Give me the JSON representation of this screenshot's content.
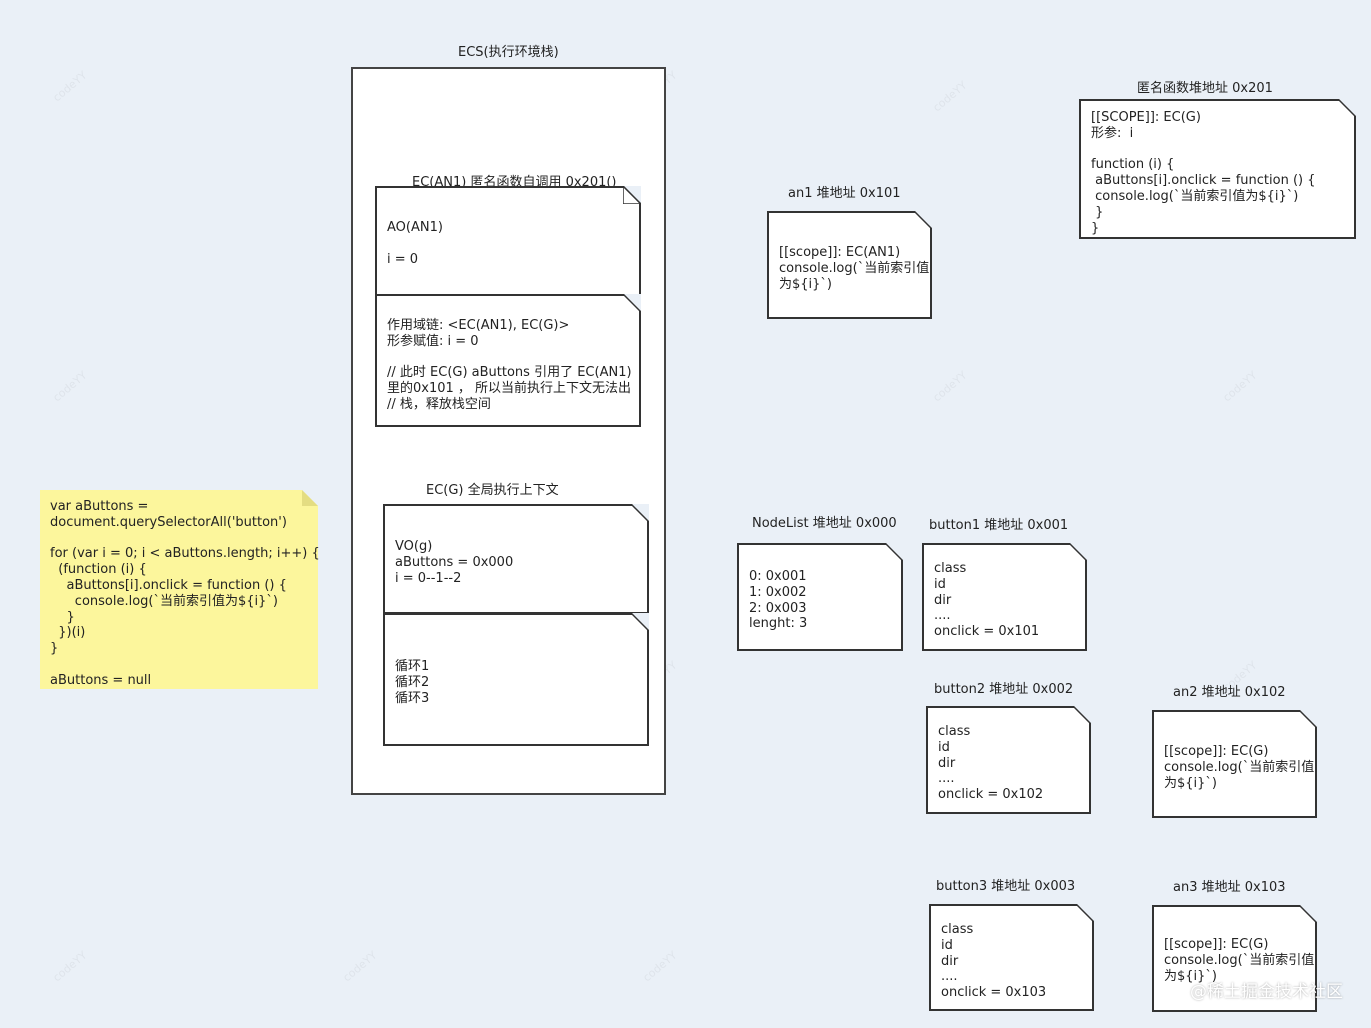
{
  "ecs": {
    "title": "ECS(执行环境栈)",
    "an1_frame": {
      "title": "EC(AN1) 匿名函数自调用 0x201()",
      "ao": "AO(AN1)\n\ni = 0",
      "info": "作用域链: <EC(AN1), EC(G)>\n形参赋值: i = 0\n\n// 此时 EC(G) aButtons 引用了 EC(AN1)\n里的0x101 ， 所以当前执行上下文无法出\n// 栈，释放栈空间"
    },
    "global_frame": {
      "title": "EC(G) 全局执行上下文",
      "vo": "VO(g)\naButtons = 0x000\ni = 0--1--2",
      "loops": "循环1\n循环2\n循环3"
    }
  },
  "code_note": "var aButtons =\ndocument.querySelectorAll('button')\n\nfor (var i = 0; i < aButtons.length; i++) {\n  (function (i) {\n    aButtons[i].onclick = function () {\n      console.log(`当前索引值为${i}`)\n    }\n  })(i)\n}\n\naButtons = null",
  "heap": {
    "anon_fn": {
      "title": "匿名函数堆地址 0x201",
      "body": "[[SCOPE]]: EC(G)\n形参:  i\n\nfunction (i) {\n aButtons[i].onclick = function () {\n console.log(`当前索引值为${i}`)\n }\n}"
    },
    "an1": {
      "title": "an1 堆地址 0x101",
      "body": "[[scope]]: EC(AN1)\nconsole.log(`当前索引值\n为${i}`)"
    },
    "nodelist": {
      "title": "NodeList 堆地址 0x000",
      "body": "0: 0x001\n1: 0x002\n2: 0x003\nlenght: 3"
    },
    "button1": {
      "title": "button1 堆地址 0x001",
      "body": "class\nid\ndir\n....\nonclick = 0x101"
    },
    "button2": {
      "title": "button2 堆地址 0x002",
      "body": "class\nid\ndir\n....\nonclick = 0x102"
    },
    "an2": {
      "title": "an2 堆地址 0x102",
      "body": "[[scope]]: EC(G)\nconsole.log(`当前索引值\n为${i}`)"
    },
    "button3": {
      "title": "button3 堆地址 0x003",
      "body": "class\nid\ndir\n....\nonclick = 0x103"
    },
    "an3": {
      "title": "an3 堆地址 0x103",
      "body": "[[scope]]: EC(G)\nconsole.log(`当前索引值\n为${i}`)"
    }
  },
  "footer": "@稀土掘金技术社区",
  "colors": {
    "background": "#eaf0f7",
    "sticky": "#fcf69c",
    "border": "#333333"
  }
}
